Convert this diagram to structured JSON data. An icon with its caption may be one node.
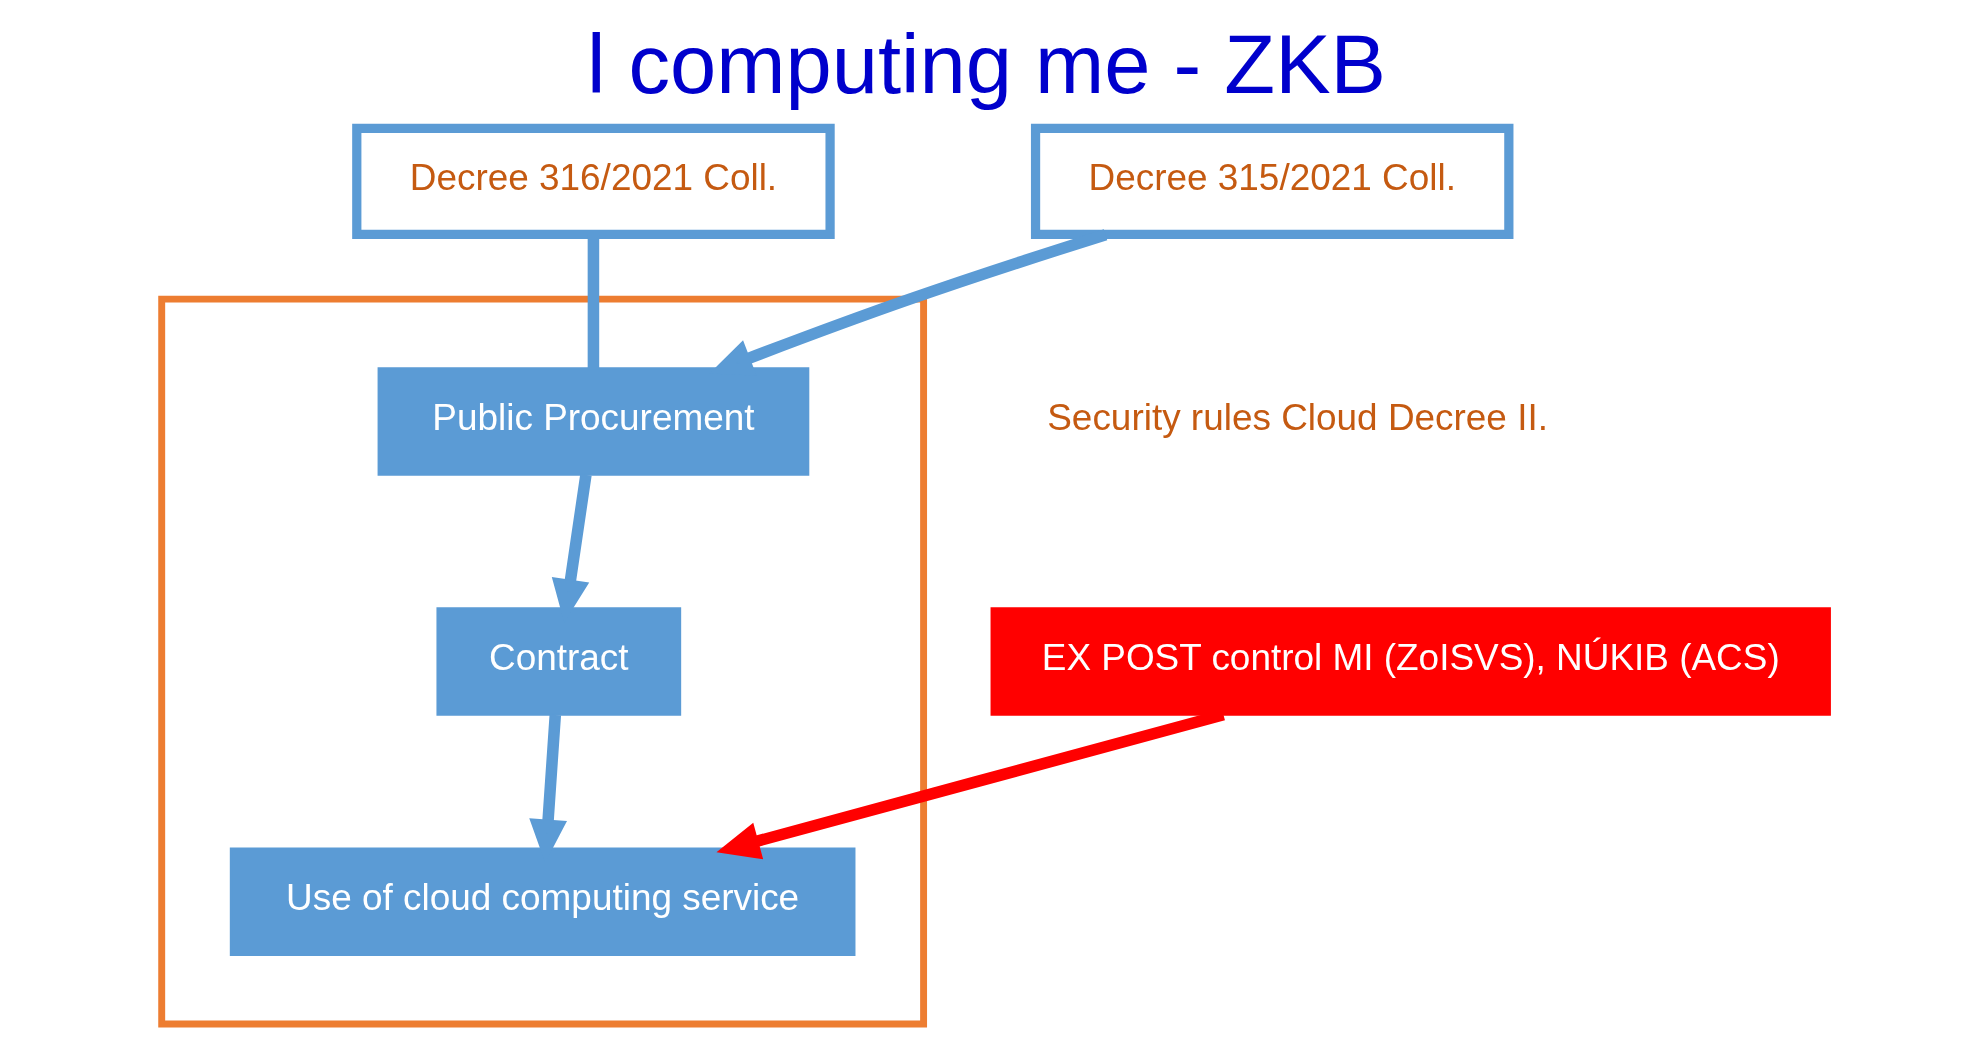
{
  "diagram": {
    "title": "l computing me - ZKB",
    "nodes": [
      {
        "text": [
          "Decree 316/2021 Coll."
        ]
      },
      {
        "text": [
          "Decree 315/2021 Coll."
        ]
      },
      {
        "text": [],
        "shape": "box"
      },
      {
        "text": [
          "Public Procurement"
        ],
        "in": 2
      },
      {
        "text": [
          "Contract"
        ],
        "in": 2
      },
      {
        "text": [
          "Use of cloud computing service"
        ],
        "in": 2
      },
      {
        "text": [
          "EX POST control MI (ZoISVS), NÚKIB (ACS)"
        ]
      }
    ],
    "edges": [
      {
        "from": 0,
        "to": 3,
        "arrow": "none"
      },
      {
        "from": 1,
        "to": 3,
        "arrow": "to"
      },
      {
        "from": 3,
        "to": 4,
        "arrow": "to"
      },
      {
        "from": 4,
        "to": 5,
        "arrow": "to"
      },
      {
        "from": 6,
        "to": 5,
        "arrow": "to",
        "color": "#ff0000"
      }
    ],
    "labels": [
      "Security rules Cloud Decree II."
    ]
  }
}
